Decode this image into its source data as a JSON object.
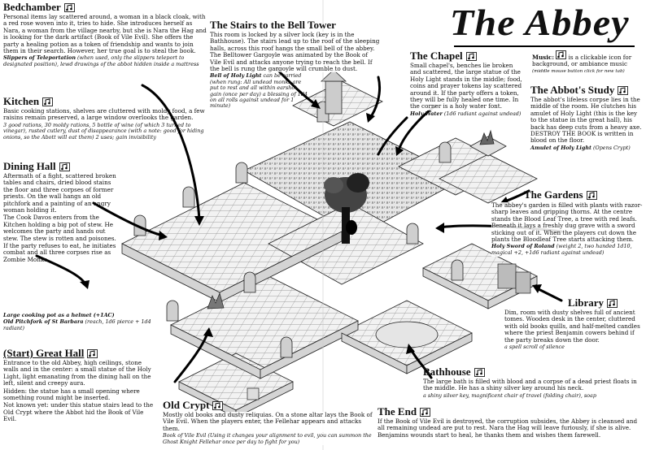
{
  "title": "The Abbey",
  "bedchamber": {
    "heading": "Bedchamber",
    "body": "Personal items lay scattered around, a woman in a black cloak, with a red rose woven into it, tries to hide. She introduces herself as Nara, a woman from the village nearby, but she is Nara the Hag and is looking for the dark artifact (Book of Vile Evil). She offers the party a healing potion as a token of friendship and wants to join them in their search. However, her true goal is to steal the book.",
    "item": "Slippers of Teleportation",
    "item_note": "(when used, only the slippers teleport to designated position), lewd drawings of the abbot hidden inside a mattress"
  },
  "kitchen": {
    "heading": "Kitchen",
    "body": "Basic cooking stations, shelves are cluttered with moldy food, a few raisins remain preserved, a large window overlooks the garden.",
    "note": "3 good rations, 30 moldy rations, 5 bottle of wine (of which 3 turned to vinegar), rusted cutlery, dust of disappearance (with a note: good for hiding onions, so the Abott will eat them) 2 uses; gain invisibility"
  },
  "dining": {
    "heading": "Dining Hall",
    "body1": "Aftermath of a fight, scattered broken tables and chairs, dried blood stains the floor and three corpses of former priests. On the wall hangs an old pitchfork and a painting of an angry woman holding it.",
    "body2": "The Cook Davos enters from the Kitchen holding a big pot of stew. He welcomes the party and hands out stew. The stew is rotten and poisones.",
    "body3": "If the party refuses to eat, he initiates combat and all three corpses rise as Zombie Monks.",
    "item1": "Large cooking pot as a helmet (+1AC)",
    "item2": "Old Pitchfork of St Barbara",
    "item2_note": "(reach, 1d6 pierce + 1d4 radiant)"
  },
  "great": {
    "heading": "(Start) Great Hall",
    "body1": "Entrance to the old Abbey, high ceilings, stone walls and in the center: a small statue of the Holy Light, light emanating from the dining hall on the left, silent and creepy aura.",
    "hidden": "Hidden: the statue has a small opening where something round might be inserted.",
    "notknown": "Not known yet: under this statue stairs lead to the Old Crypt where the Abbot hid the Book of Vile Evil."
  },
  "crypt": {
    "heading": "Old Crypt",
    "body": "Mostly old books and dusty reliquias. On a stone altar lays the Book of Vile Evil. When the players enter, the Fellehar appears and attacks them.",
    "note": "Book of Vile Evil (Using it changes your alignment to evil, you can summon the Ghost Knight Fellehar once per day to fight for you)"
  },
  "stairs": {
    "heading": "The Stairs to the Bell Tower",
    "body": "This room is locked by a silver lock (key is in the Bathhouse). The stairs lead up to the roof of the sleeping halls, across this roof hangs the small bell of the abbey. The Belltower Gargoyle was animated by the Book of Vile Evil and attacks anyone trying to reach the bell. If the bell is rung the gargoyle will crumble to dust.",
    "item": "Bell of Holy Light",
    "item_note": "can be carried (when rung: All undead monks are put to rest and all within earshot gain (once per day) a blessing of 1d4 on all rolls against undead for 1 minute)"
  },
  "chapel": {
    "heading": "The Chapel",
    "body": "Small chapel's, benches lie broken and scattered, the large statue of the Holy Light stands in the middle; food, coins and prayer tokens lay scattered around it. If the party offers a token, they will be fully healed one time. In the corner is a holy water font.",
    "item": "Holy Water",
    "item_note": "(1d6 radiant against undead)"
  },
  "music": {
    "label": "Music:",
    "body": "is a clickable icon for background, or ambiance music",
    "small": "(middle mouse button click for new tab)"
  },
  "study": {
    "heading": "The Abbot's Study",
    "body": "The abbot's lifeless corpse lies in the middle of the room. He clutches his amulet of Holy Light (this is the key to the statue in the great hall), his back has deep cuts from a heavy axe. DESTROY THE BOOK is written in blood on the floor.",
    "item": "Amulet of Holy Light",
    "item_note": "(Opens Crypt)"
  },
  "gardens": {
    "heading": "The Gardens",
    "body": "The abbey's garden is filled with plants with razor-sharp leaves and gripping thorns. At the centre stands the Blood Leaf Tree, a tree with red leafs. Beneath it lays a freshly dug grave with a sword sticking out of it. When the players cut down the plants the Bloodleaf Tree starts attacking them.",
    "item": "Holy Sword of Roland",
    "item_note": "(weight 2, two handed 1d10, magical +2, +1d6 radiant against undead)"
  },
  "library": {
    "heading": "Library",
    "body": "Dim, room with dusty shelves full of ancient tomes. Wooden desk in the center, cluttered with old books quills, and half-melted candles where the priest Benjamin cowers behind if the party breaks down the door.",
    "note": "a spell scroll of silence"
  },
  "bath": {
    "heading": "Bathhouse",
    "body": "The large bath is filled with blood and a corpse of a dead priest floats in the middle. He has a shiny silver key around his neck.",
    "note": "a shiny silver key, magnificent chair of travel (folding chair), soap"
  },
  "end": {
    "heading": "The End",
    "body": "If the Book of Vile Evil is destroyed, the corruption subsides, the Abbey is cleansed and all remaining undead are put to rest. Nara the Hag will leave furiously, if she is alive. Benjamins wounds start to heal, he thanks them and wishes them farewell."
  }
}
